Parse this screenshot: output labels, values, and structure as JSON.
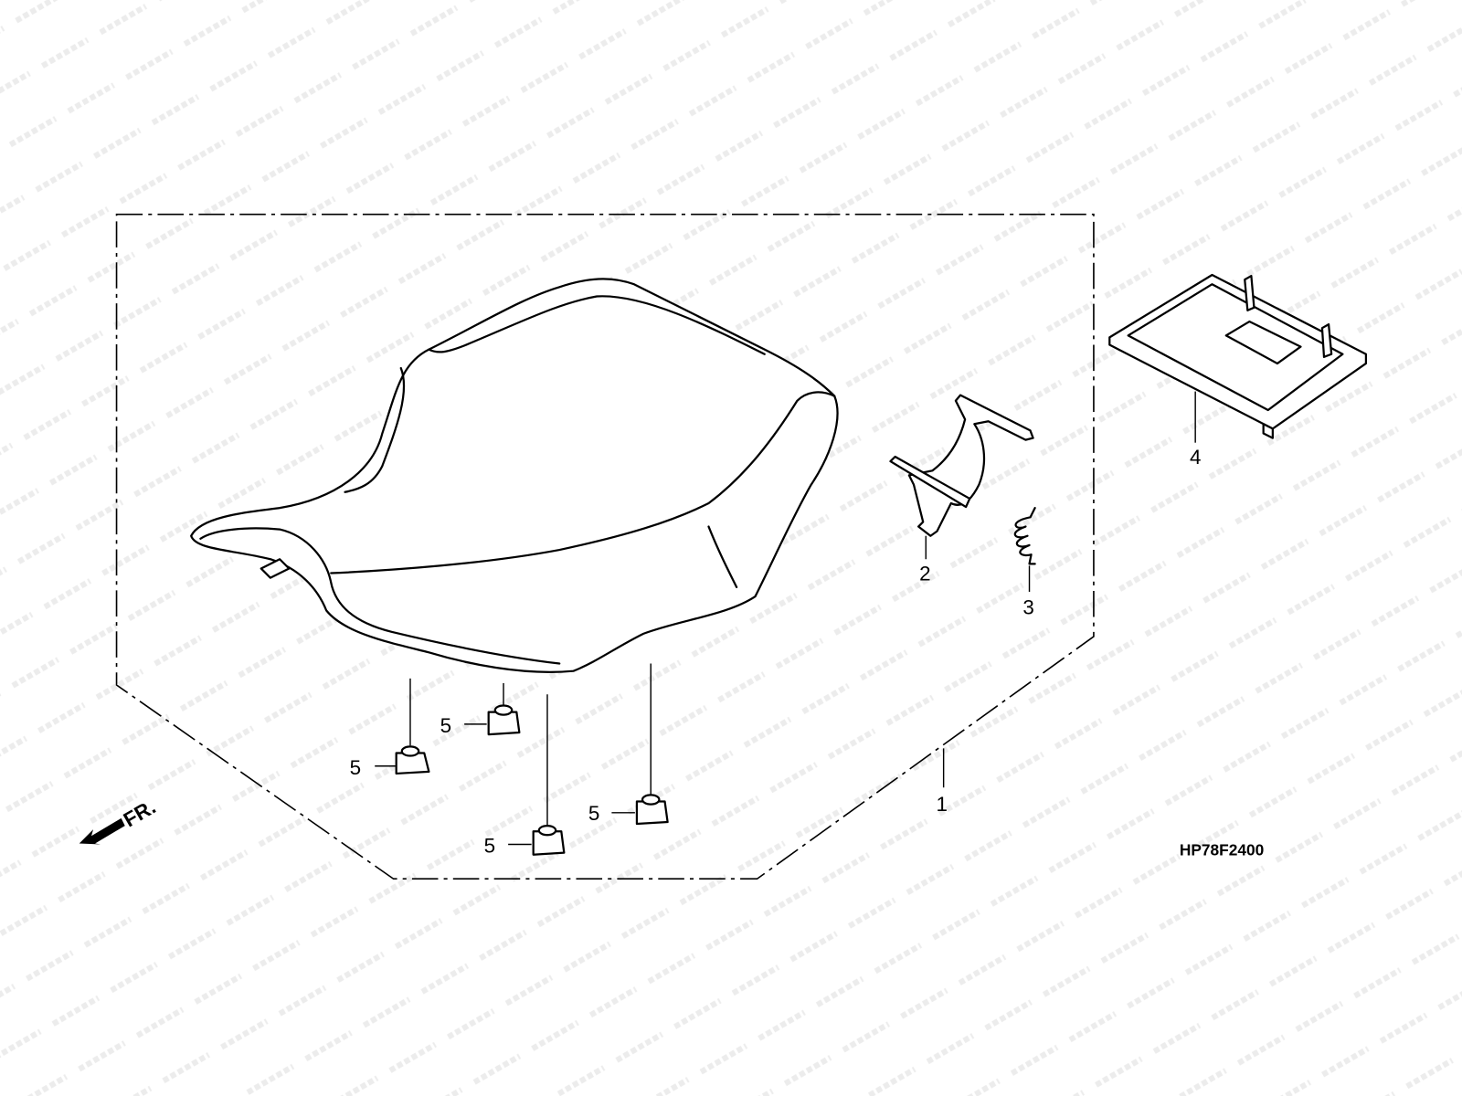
{
  "watermark": "motod.ru",
  "diagram_code": "HP78F2400",
  "front_indicator": "FR.",
  "callouts": {
    "seat": "1",
    "latch": "2",
    "spring": "3",
    "tray": "4",
    "cushion_a": "5",
    "cushion_b": "5",
    "cushion_c": "5",
    "cushion_d": "5"
  }
}
